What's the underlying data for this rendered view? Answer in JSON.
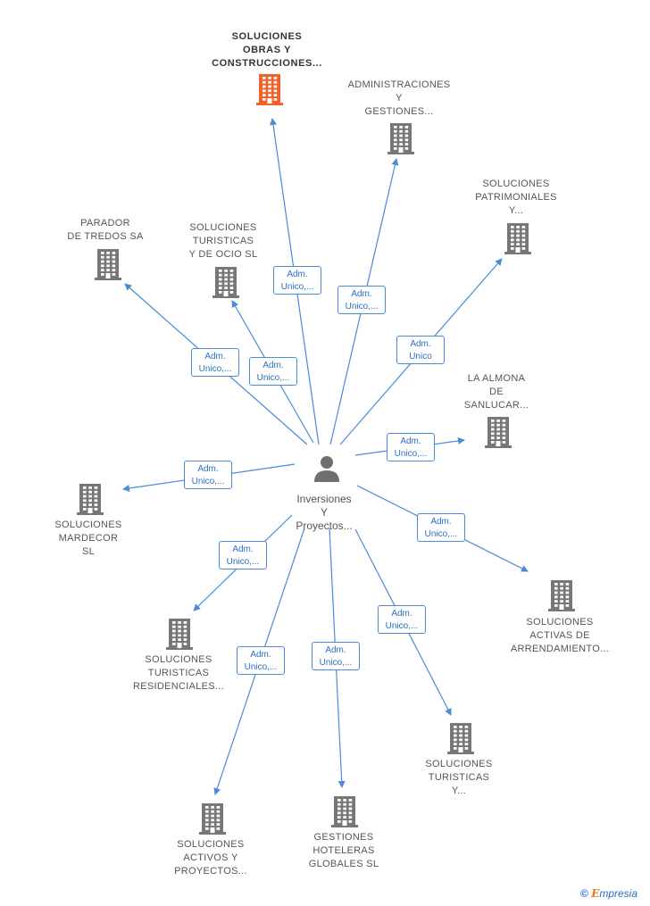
{
  "colors": {
    "edge": "#4a8ad8",
    "building": "#777777",
    "building_main": "#f0622a",
    "person": "#6f6f6f"
  },
  "center": {
    "icon": "person-icon",
    "lines": [
      "Inversiones",
      "Y",
      "Proyectos..."
    ]
  },
  "companies": [
    {
      "id": "solu-obras",
      "main": true,
      "lines": [
        "SOLUCIONES",
        "OBRAS Y",
        "CONSTRUCCIONES..."
      ]
    },
    {
      "id": "administraciones",
      "lines": [
        "ADMINISTRACIONES",
        "Y",
        "GESTIONES..."
      ]
    },
    {
      "id": "patrimoniales",
      "lines": [
        "SOLUCIONES",
        "PATRIMONIALES",
        "Y..."
      ]
    },
    {
      "id": "parador",
      "lines": [
        "PARADOR",
        "DE TREDOS SA"
      ]
    },
    {
      "id": "turisticas-ocio",
      "lines": [
        "SOLUCIONES",
        "TURISTICAS",
        "Y DE OCIO  SL"
      ]
    },
    {
      "id": "almona",
      "lines": [
        "LA ALMONA",
        "DE",
        "SANLUCAR..."
      ]
    },
    {
      "id": "mardecor",
      "lines": [
        "SOLUCIONES",
        "MARDECOR",
        "SL"
      ]
    },
    {
      "id": "activas",
      "lines": [
        "SOLUCIONES",
        "ACTIVAS DE",
        "ARRENDAMIENTO..."
      ]
    },
    {
      "id": "residenciales",
      "lines": [
        "SOLUCIONES",
        "TURISTICAS",
        "RESIDENCIALES..."
      ]
    },
    {
      "id": "turisticas-y",
      "lines": [
        "SOLUCIONES",
        "TURISTICAS",
        "Y..."
      ]
    },
    {
      "id": "activos",
      "lines": [
        "SOLUCIONES",
        "ACTIVOS Y",
        "PROYECTOS..."
      ]
    },
    {
      "id": "hoteleras",
      "lines": [
        "GESTIONES",
        "HOTELERAS",
        "GLOBALES  SL"
      ]
    }
  ],
  "edges": [
    {
      "to": "solu-obras",
      "lines": [
        "Adm.",
        "Unico,..."
      ]
    },
    {
      "to": "administraciones",
      "lines": [
        "Adm.",
        "Unico,..."
      ]
    },
    {
      "to": "patrimoniales",
      "lines": [
        "Adm.",
        "Unico"
      ]
    },
    {
      "to": "parador",
      "lines": [
        "Adm.",
        "Unico,..."
      ]
    },
    {
      "to": "turisticas-ocio",
      "lines": [
        "Adm.",
        "Unico,..."
      ]
    },
    {
      "to": "almona",
      "lines": [
        "Adm.",
        "Unico,..."
      ]
    },
    {
      "to": "mardecor",
      "lines": [
        "Adm.",
        "Unico,..."
      ]
    },
    {
      "to": "activas",
      "lines": [
        "Adm.",
        "Unico,..."
      ]
    },
    {
      "to": "residenciales",
      "lines": [
        "Adm.",
        "Unico,..."
      ]
    },
    {
      "to": "turisticas-y",
      "lines": [
        "Adm.",
        "Unico,..."
      ]
    },
    {
      "to": "activos",
      "lines": [
        "Adm.",
        "Unico,..."
      ]
    },
    {
      "to": "hoteleras",
      "lines": [
        "Adm.",
        "Unico,..."
      ]
    }
  ],
  "footer": {
    "copyright": "©",
    "brand_initial": "E",
    "brand_rest": "mpresia"
  }
}
